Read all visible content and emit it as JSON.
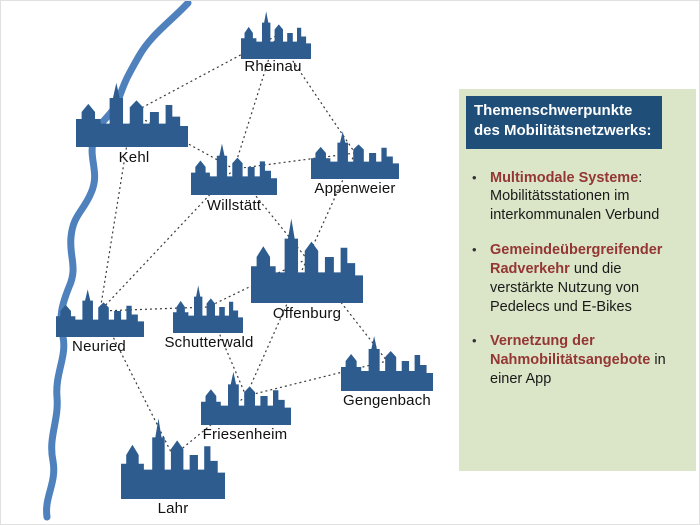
{
  "diagram": {
    "towns": [
      {
        "id": "rheinau",
        "label": "Rheinau"
      },
      {
        "id": "kehl",
        "label": "Kehl"
      },
      {
        "id": "willstaett",
        "label": "Willstätt"
      },
      {
        "id": "appenweier",
        "label": "Appenweier"
      },
      {
        "id": "offenburg",
        "label": "Offenburg"
      },
      {
        "id": "neuried",
        "label": "Neuried"
      },
      {
        "id": "schutterwald",
        "label": "Schutterwald"
      },
      {
        "id": "gengenbach",
        "label": "Gengenbach"
      },
      {
        "id": "friesenheim",
        "label": "Friesenheim"
      },
      {
        "id": "lahr",
        "label": "Lahr"
      }
    ],
    "connections": [
      [
        "Rheinau",
        "Kehl"
      ],
      [
        "Rheinau",
        "Willstätt"
      ],
      [
        "Rheinau",
        "Appenweier"
      ],
      [
        "Kehl",
        "Willstätt"
      ],
      [
        "Kehl",
        "Neuried"
      ],
      [
        "Willstätt",
        "Appenweier"
      ],
      [
        "Willstätt",
        "Offenburg"
      ],
      [
        "Willstätt",
        "Neuried"
      ],
      [
        "Appenweier",
        "Offenburg"
      ],
      [
        "Offenburg",
        "Schutterwald"
      ],
      [
        "Offenburg",
        "Gengenbach"
      ],
      [
        "Offenburg",
        "Friesenheim"
      ],
      [
        "Neuried",
        "Schutterwald"
      ],
      [
        "Neuried",
        "Lahr"
      ],
      [
        "Schutterwald",
        "Friesenheim"
      ],
      [
        "Friesenheim",
        "Lahr"
      ],
      [
        "Friesenheim",
        "Gengenbach"
      ]
    ],
    "colors": {
      "town_icon": "#2e5c8f",
      "river": "#4f81bd",
      "connection_line": "#3a3a3a"
    }
  },
  "panel": {
    "header": "Themenschwerpunkte des Mobilitätsnetzwerks:",
    "bullet_char": "•",
    "bullets": [
      {
        "highlight": "Multimodale Systeme",
        "rest": ": Mobilitätsstationen im interkommunalen Verbund"
      },
      {
        "highlight": "Gemeindeübergreifender Radverkehr",
        "rest": " und die verstärkte Nutzung von Pedelecs und E-Bikes"
      },
      {
        "highlight": "Vernetzung der Nahmobilitätsangebote",
        "rest": " in einer App"
      }
    ],
    "colors": {
      "panel_bg": "#dbe5c8",
      "header_bg": "#1f4e79",
      "header_text": "#ffffff",
      "highlight_text": "#943634"
    }
  }
}
